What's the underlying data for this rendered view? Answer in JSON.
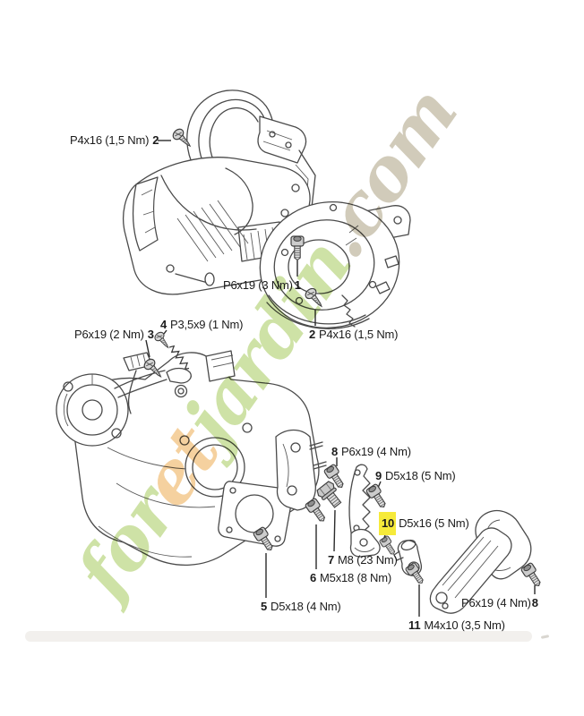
{
  "watermark": {
    "part1": "for",
    "part2": "et",
    "part3": "jardin",
    "part4": ".com",
    "green": "#c8de9a",
    "orange": "#f4cb92",
    "tan": "#cbc4b1"
  },
  "colors": {
    "background": "#ffffff",
    "line_art": "#4a4a4a",
    "label_text": "#1b1b1b",
    "highlight": "#f6ea3a"
  },
  "labels": {
    "top_screw_2": {
      "spec": "P4x16 (1,5 Nm)",
      "num": "2"
    },
    "side_screw_1": {
      "spec": "P6x19 (3 Nm)",
      "num": "1"
    },
    "right_screw_2": {
      "num": "2",
      "spec": "P4x16 (1,5 Nm)"
    },
    "left_screw_3": {
      "spec": "P6x19 (2 Nm)",
      "num": "3"
    },
    "screw_4": {
      "num": "4",
      "spec": "P3,5x9 (1 Nm)"
    },
    "screw_8_mid": {
      "num": "8",
      "spec": "P6x19 (4 Nm)"
    },
    "screw_9": {
      "num": "9",
      "spec": "D5x18 (5 Nm)"
    },
    "screw_10": {
      "num": "10",
      "spec": "D5x16 (5 Nm)"
    },
    "screw_7": {
      "num": "7",
      "spec": "M8 (23 Nm)"
    },
    "screw_6": {
      "num": "6",
      "spec": "M5x18 (8 Nm)"
    },
    "screw_5": {
      "num": "5",
      "spec": "D5x18 (4 Nm)"
    },
    "screw_8_right": {
      "spec": "P6x19 (4 Nm)",
      "num": "8"
    },
    "screw_11": {
      "num": "11",
      "spec": "M4x10 (3,5 Nm)"
    }
  }
}
